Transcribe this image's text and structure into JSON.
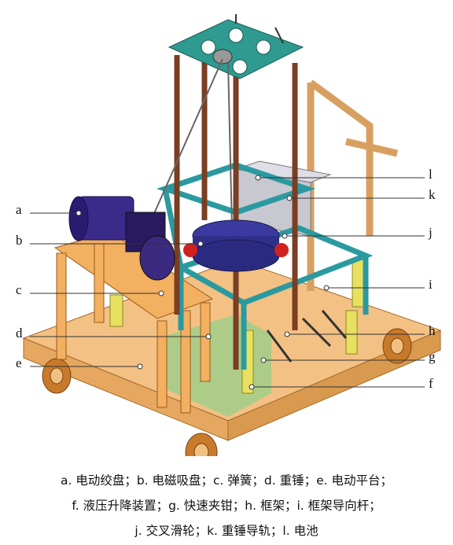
{
  "labels": {
    "a": "a",
    "b": "b",
    "c": "c",
    "d": "d",
    "e": "e",
    "f": "f",
    "g": "g",
    "h": "h",
    "i": "i",
    "j": "j",
    "k": "k",
    "l": "l"
  },
  "caption": {
    "line1": "a. 电动绞盘；b. 电磁吸盘；c. 弹簧；d. 重锤；e. 电动平台；",
    "line2": "f. 液压升降装置；g. 快速夹钳；h. 框架；i. 框架导向杆；",
    "line3": "j. 交叉滑轮；k. 重锤导轨；l. 电池"
  },
  "colors": {
    "platform": "#f6c88a",
    "frame_teal": "#2a9aa0",
    "rail_brown": "#7a3e22",
    "winch_purple": "#3a2a8a",
    "battery_gray": "#c8c8d0",
    "hydraulic_yellow": "#e8e060",
    "green_block": "#8ed08a"
  }
}
